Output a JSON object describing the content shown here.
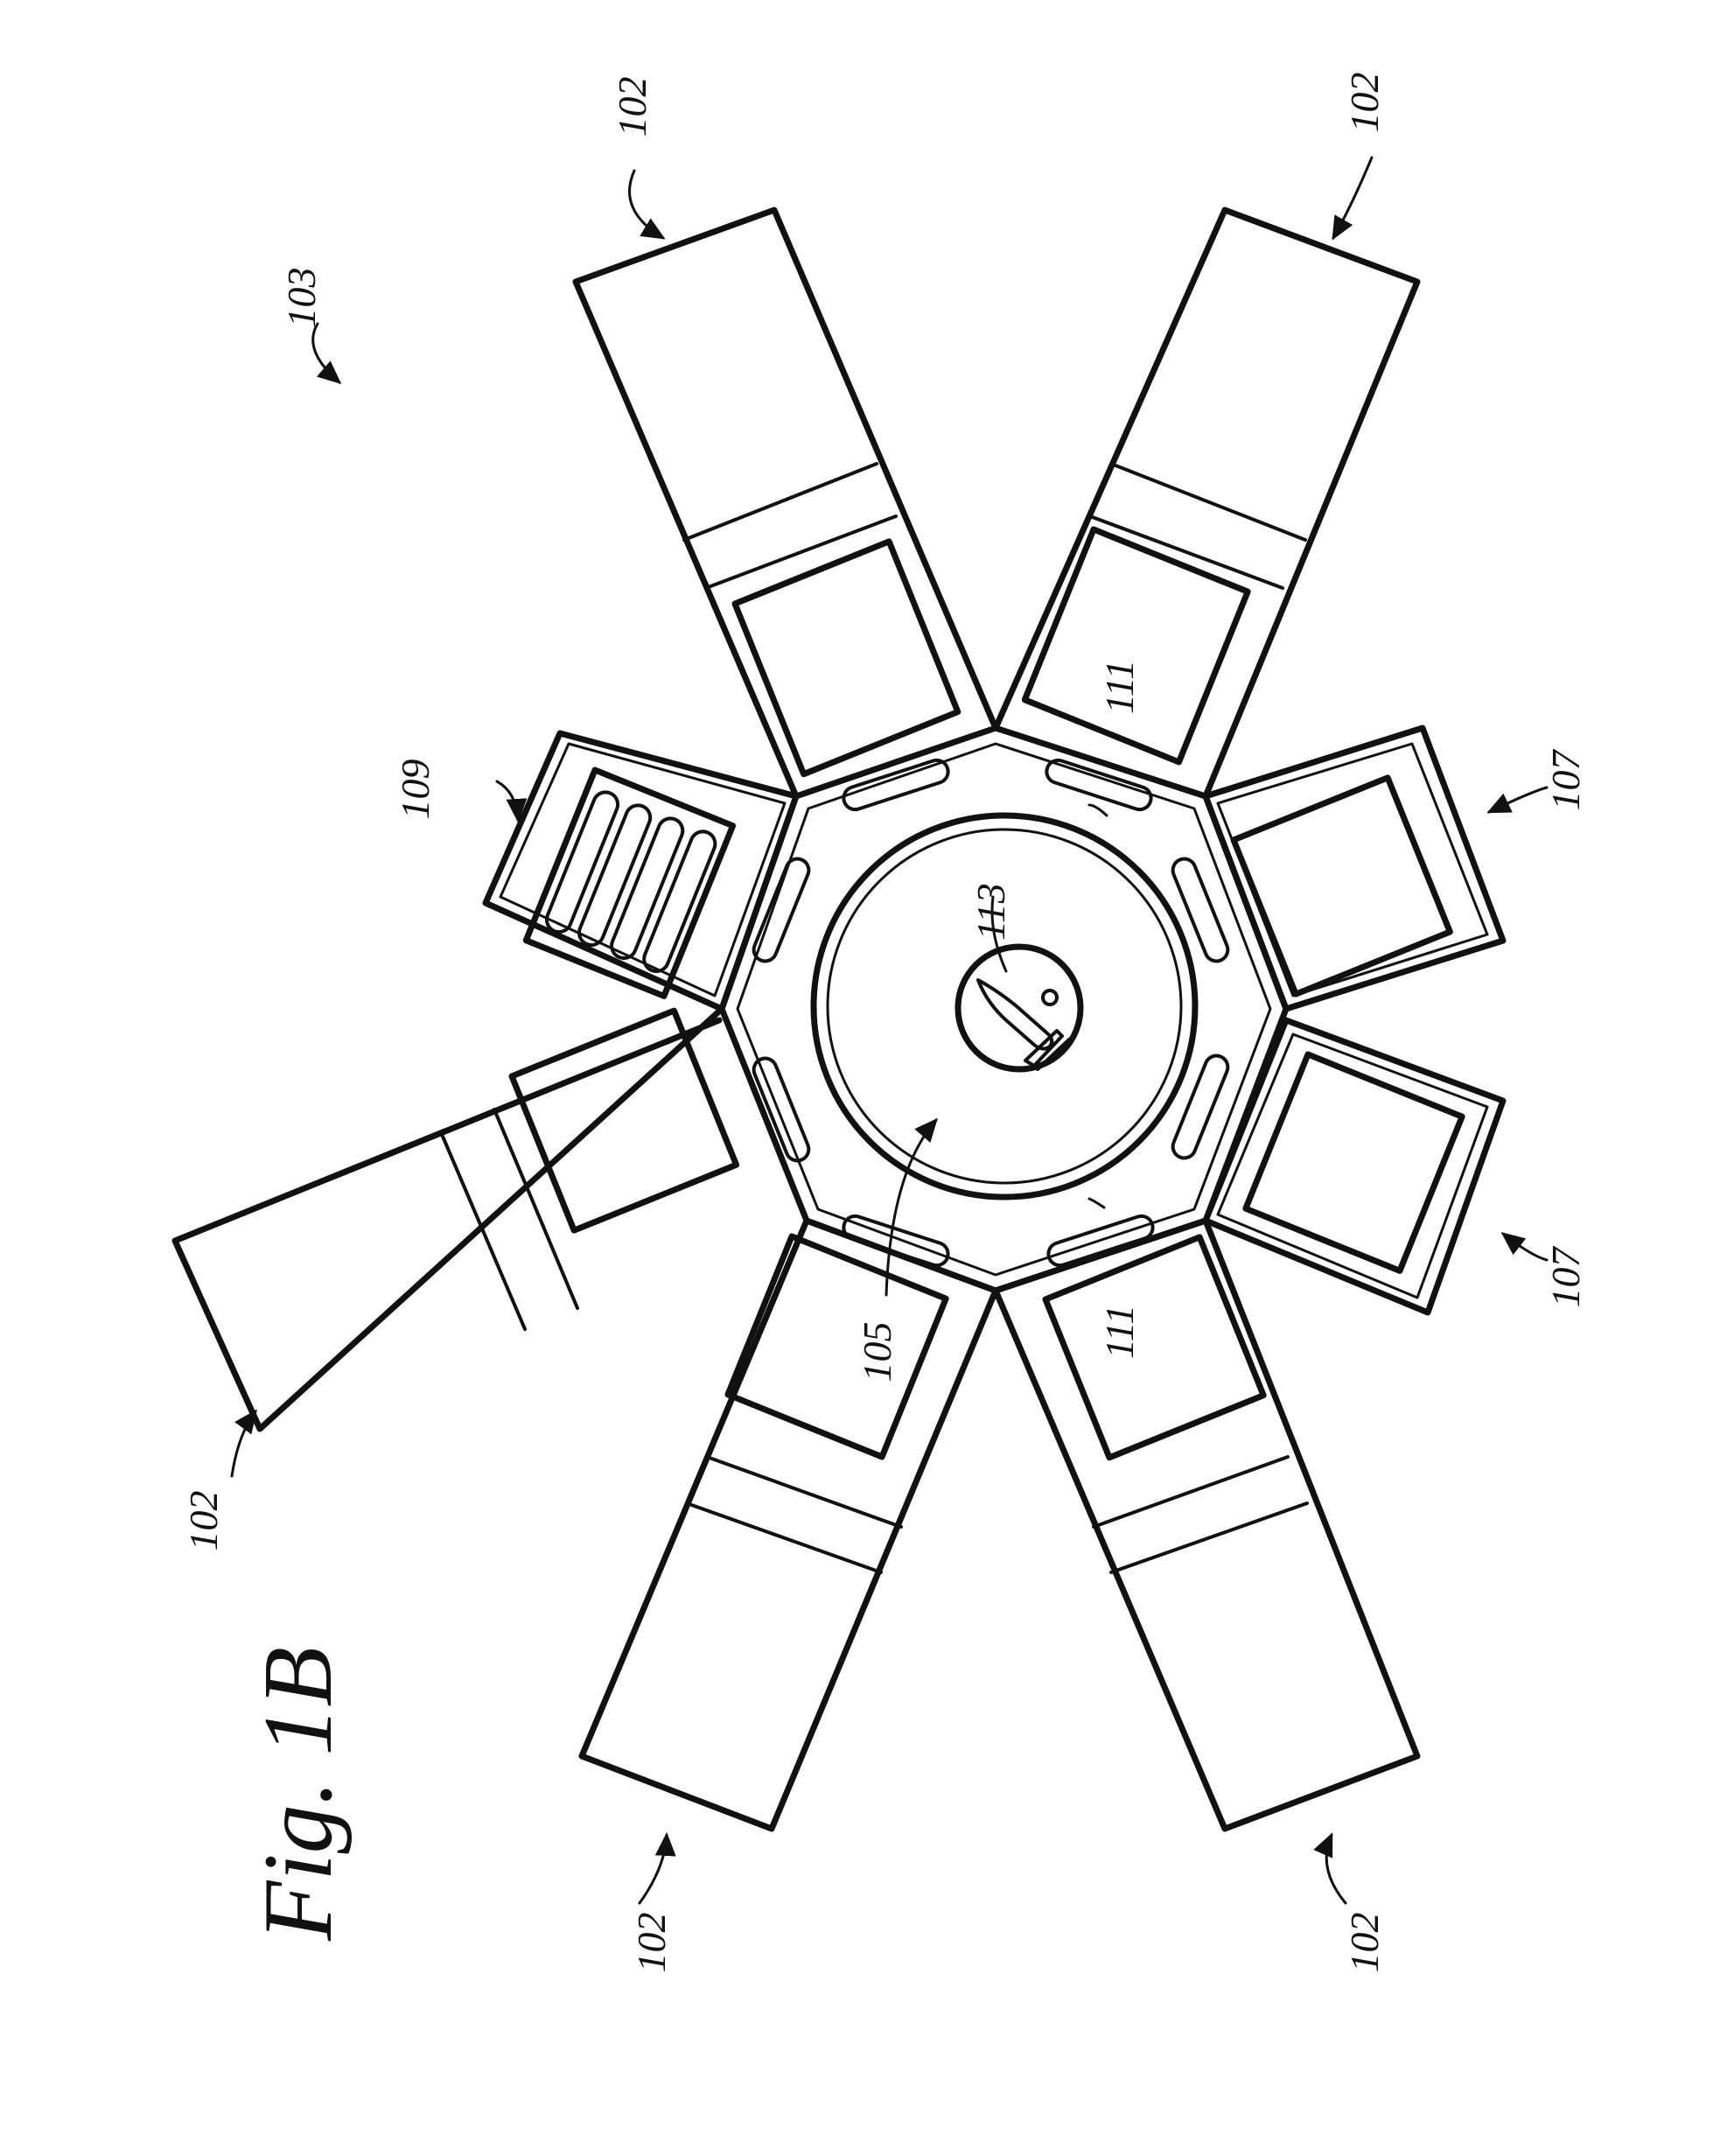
{
  "figure": {
    "title": "Fig. 1B",
    "labels": {
      "assembly": "103",
      "module": "102",
      "hub_center": "105",
      "side_pod": "107",
      "heater_pod": "109",
      "hub_slot": "111",
      "emblem": "113"
    }
  }
}
